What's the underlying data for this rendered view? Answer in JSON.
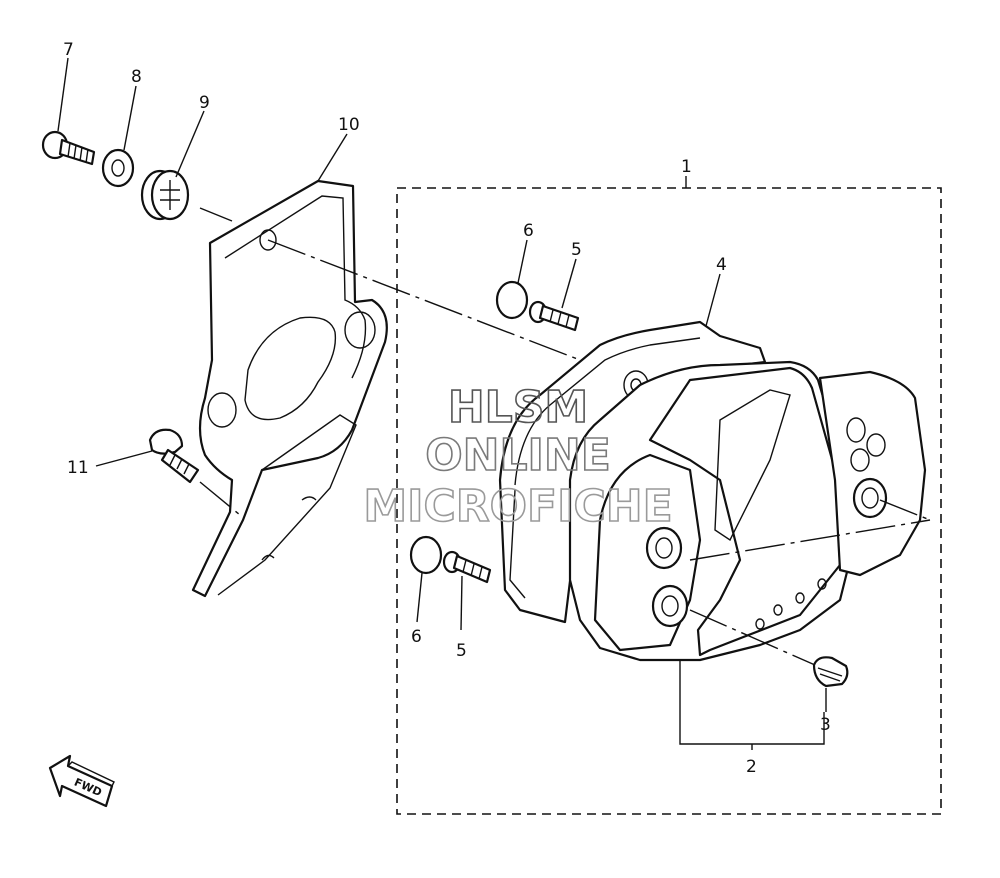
{
  "callouts": {
    "c1": "1",
    "c2": "2",
    "c3": "3",
    "c4": "4",
    "c5a": "5",
    "c5b": "5",
    "c6a": "6",
    "c6b": "6",
    "c7": "7",
    "c8": "8",
    "c9": "9",
    "c10": "10",
    "c11": "11"
  },
  "watermark": {
    "line1": "HLSM",
    "line2": "ONLINE",
    "line3": "MICROFICHE"
  },
  "fwd_label": "FWD",
  "colors": {
    "line": "#111111",
    "watermark": "#9a9a9a",
    "background": "#ffffff"
  }
}
